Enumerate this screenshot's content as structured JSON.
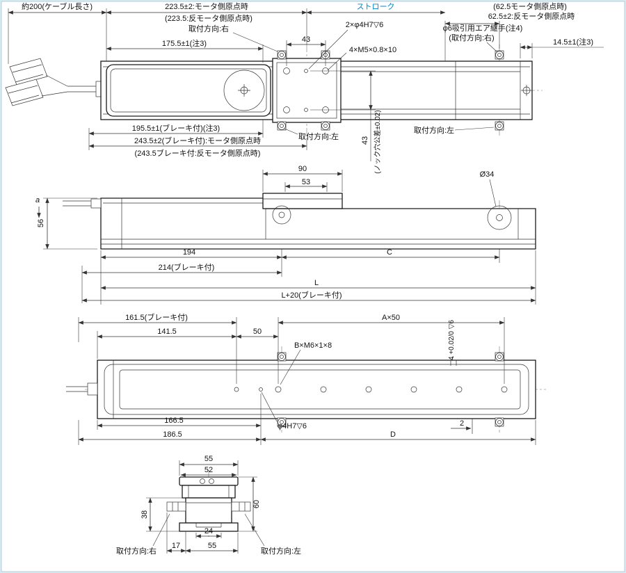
{
  "meta": {
    "background_color": "#d8ecf4",
    "canvas_color": "#ffffff",
    "line_color": "#1a1a1a",
    "accent_blue": "#0086c8"
  },
  "top_view": {
    "cable_length": "約200(ケーブル長さ)",
    "origin_motor_223": "223.5±2:モータ側原点時",
    "origin_anti_223": "(223.5:反モータ側原点時)",
    "mount_dir_right": "取付方向:右",
    "stroke": "ストローク",
    "origin_motor_62": "(62.5モータ側原点時)",
    "origin_anti_62": "62.5±2:反モータ側原点時",
    "knock_holes": "2×φ4H7▽6",
    "dim_43_width": "43",
    "taps_m5": "4×M5×0.8×10",
    "air_fitting": "φ6吸引用エア継手(注4)",
    "air_fitting_dir": "(取付方向:右)",
    "dim_14_5": "14.5±1(注3)",
    "dim_175_5": "175.5±1(注3)",
    "dim_195_5": "195.5±1(ブレーキ付)(注3)",
    "origin_motor_243": "243.5±2(ブレーキ付):モータ側原点時",
    "origin_anti_243": "(243.5ブレーキ付:反モータ側原点時)",
    "mount_dir_left_carriage": "取付方向:左",
    "dim_43_height": "43",
    "knock_tolerance_note": "(ノック穴公差±0.02)",
    "mount_dir_left_end": "取付方向:左"
  },
  "side_view": {
    "section_label": "a",
    "dim_56": "56",
    "dim_90": "90",
    "dim_53": "53",
    "dia_34": "Ø34",
    "dim_194": "194",
    "dim_c": "C",
    "dim_214": "214(ブレーキ付)",
    "dim_l": "L",
    "dim_l20": "L+20(ブレーキ付)"
  },
  "bottom_view": {
    "dim_161_5": "161.5(ブレーキ付)",
    "dim_a50": "A×50",
    "dim_141_5": "141.5",
    "dim_50": "50",
    "taps_m6": "B×M6×1×8",
    "slot_tolerance": "4 +0.02/0 ▽6",
    "dim_166_5": "166.5",
    "dim_186_5": "186.5",
    "knock_hole": "φ4H7▽6",
    "dim_2": "2",
    "dim_d": "D"
  },
  "end_view": {
    "dim_55_top": "55",
    "dim_52": "52",
    "dim_38": "38",
    "dim_60": "60",
    "dim_24": "24",
    "dim_17": "17",
    "dim_55_bottom": "55",
    "mount_dir_right": "取付方向:右",
    "mount_dir_left": "取付方向:左"
  }
}
